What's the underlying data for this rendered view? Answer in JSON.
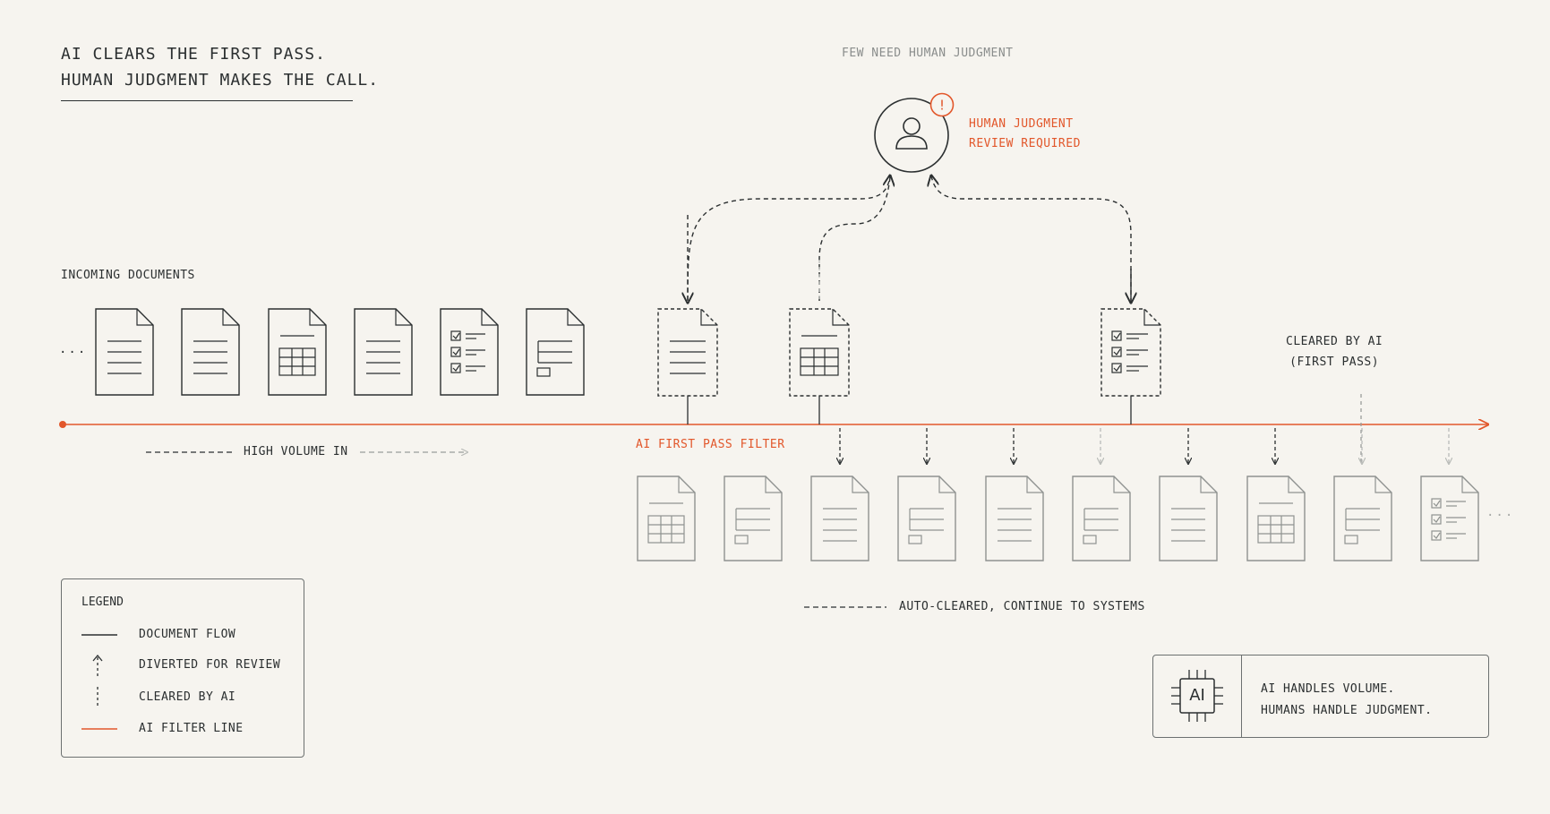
{
  "title": {
    "line1": "AI CLEARS THE FIRST PASS.",
    "line2": "HUMAN JUDGMENT MAKES THE CALL."
  },
  "review": {
    "caption": "FEW NEED HUMAN JUDGMENT",
    "line1": "HUMAN JUDGMENT",
    "line2": "REVIEW REQUIRED",
    "alert_glyph": "!"
  },
  "incoming_label": "INCOMING DOCUMENTS",
  "ellipsis": "...",
  "cleared_label": {
    "line1": "CLEARED BY AI",
    "line2": "(FIRST PASS)"
  },
  "high_volume_label": "HIGH VOLUME IN",
  "filter_label": "AI FIRST PASS FILTER",
  "auto_cleared_label": "AUTO-CLEARED, CONTINUE TO SYSTEMS",
  "legend": {
    "title": "LEGEND",
    "items": [
      {
        "label": "DOCUMENT FLOW",
        "symbol": "solid-line"
      },
      {
        "label": "DIVERTED FOR REVIEW",
        "symbol": "arrow-up"
      },
      {
        "label": "CLEARED BY AI",
        "symbol": "dashed-vertical"
      },
      {
        "label": "AI FILTER LINE",
        "symbol": "orange-line"
      }
    ]
  },
  "ai_box": {
    "chip_text": "AI",
    "line1": "AI HANDLES VOLUME.",
    "line2": "HUMANS HANDLE JUDGMENT."
  },
  "icons": {
    "document": "document-icon",
    "person": "person-icon",
    "alert": "alert-icon",
    "chip": "ai-chip-icon"
  },
  "colors": {
    "accent": "#e2572b",
    "ink": "#2b2f30",
    "muted": "#8a8d8c",
    "background": "#f6f4ef"
  }
}
